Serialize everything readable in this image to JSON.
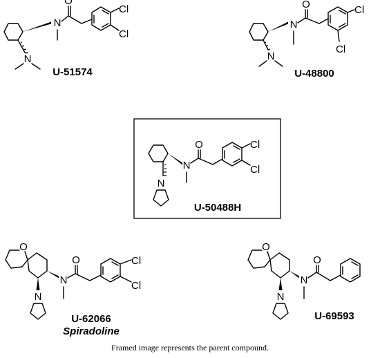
{
  "compounds": [
    {
      "id": "u51574",
      "name": "U-51574",
      "atoms": {
        "n_amide": "N",
        "o_carbonyl": "O",
        "cl_a": "Cl",
        "cl_b": "Cl",
        "n_amine": "N"
      }
    },
    {
      "id": "u48800",
      "name": "U-48800",
      "atoms": {
        "n_amide": "N",
        "o_carbonyl": "O",
        "cl_a": "Cl",
        "cl_b": "Cl",
        "n_amine": "N"
      }
    },
    {
      "id": "u50488h",
      "name": "U-50488H",
      "atoms": {
        "n_amide": "N",
        "o_carbonyl": "O",
        "cl_a": "Cl",
        "cl_b": "Cl",
        "n_amine": "N"
      }
    },
    {
      "id": "u62066",
      "name": "U-62066",
      "alias": "Spiradoline",
      "atoms": {
        "o_ring": "O",
        "n_amide": "N",
        "o_carbonyl": "O",
        "cl_a": "Cl",
        "cl_b": "Cl",
        "n_amine": "N"
      }
    },
    {
      "id": "u69593",
      "name": "U-69593",
      "atoms": {
        "o_ring": "O",
        "n_amide": "N",
        "o_carbonyl": "O",
        "n_amine": "N"
      }
    }
  ],
  "caption": "Framed image represents the parent compound.",
  "colors": {
    "ink": "#000000",
    "background": "#ffffff"
  }
}
